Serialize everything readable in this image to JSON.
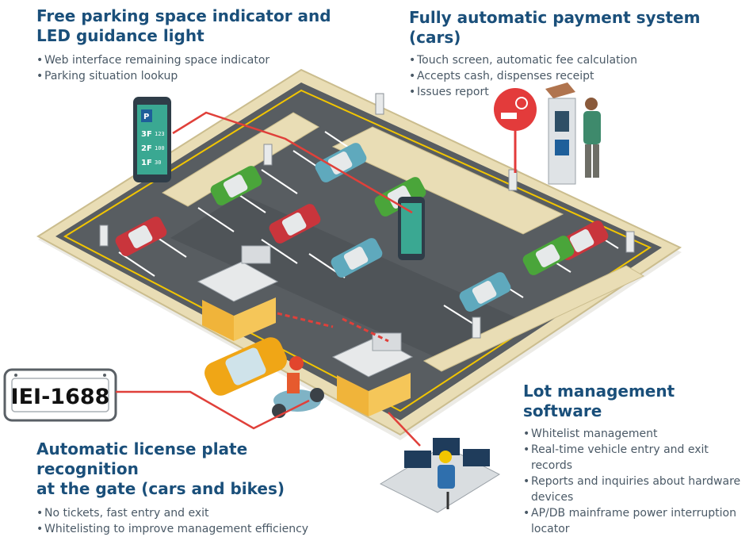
{
  "panels": {
    "parking": {
      "title_line1": "Free parking space indicator and",
      "title_line2": "LED guidance light",
      "bullets": [
        "Web interface remaining space indicator",
        "Parking situation lookup"
      ]
    },
    "payment": {
      "title": "Fully automatic payment system (cars)",
      "bullets": [
        "Touch screen, automatic fee calculation",
        "Accepts cash, dispenses receipt",
        "Issues report"
      ]
    },
    "software": {
      "title": "Lot management software",
      "bullets": [
        "Whitelist management",
        "Real-time vehicle entry and exit records",
        "Reports and inquiries about hardware devices",
        "AP/DB mainframe power interruption locator"
      ]
    },
    "lpr": {
      "title_line1": "Automatic license plate recognition",
      "title_line2": "at the gate (cars and bikes)",
      "bullets": [
        "No tickets, fast entry and exit",
        "Whitelisting to improve management efficiency"
      ]
    }
  },
  "plate": {
    "text": "IEI-1688"
  },
  "phone_board": {
    "header": "P",
    "floors": [
      {
        "label": "3F",
        "count": "123"
      },
      {
        "label": "2F",
        "count": "100"
      },
      {
        "label": "1F",
        "count": "30"
      }
    ]
  },
  "colors": {
    "heading": "#1a4f7a",
    "bullet_text": "#4a5966",
    "connector": "#e0403a",
    "asphalt": "#585d61",
    "wall": "#e9ddb5",
    "lane_line": "#f2c500",
    "car_red": "#c9353c",
    "car_green": "#4aa53a",
    "car_teal": "#5fa9bd",
    "car_yellow": "#f0a616",
    "payment_icon": "#e33b3b"
  }
}
